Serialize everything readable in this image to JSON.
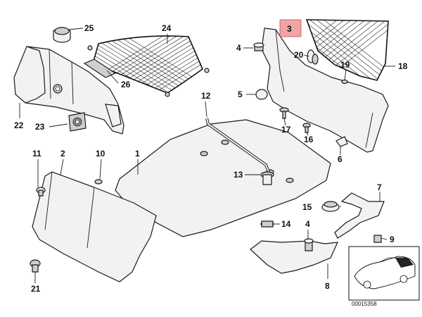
{
  "highlight": {
    "color": "#f0a5a5"
  },
  "callouts": {
    "c1": "1",
    "c2": "2",
    "c3": "3",
    "c4a": "4",
    "c4b": "4",
    "c5": "5",
    "c6": "6",
    "c7": "7",
    "c8": "8",
    "c9": "9",
    "c10": "10",
    "c11": "11",
    "c12": "12",
    "c13": "13",
    "c14": "14",
    "c15": "15",
    "c16": "16",
    "c17": "17",
    "c18": "18",
    "c19": "19",
    "c20": "20",
    "c21": "21",
    "c22": "22",
    "c23": "23",
    "c24": "24",
    "c25": "25",
    "c26": "26"
  },
  "reference_code": "00015358"
}
